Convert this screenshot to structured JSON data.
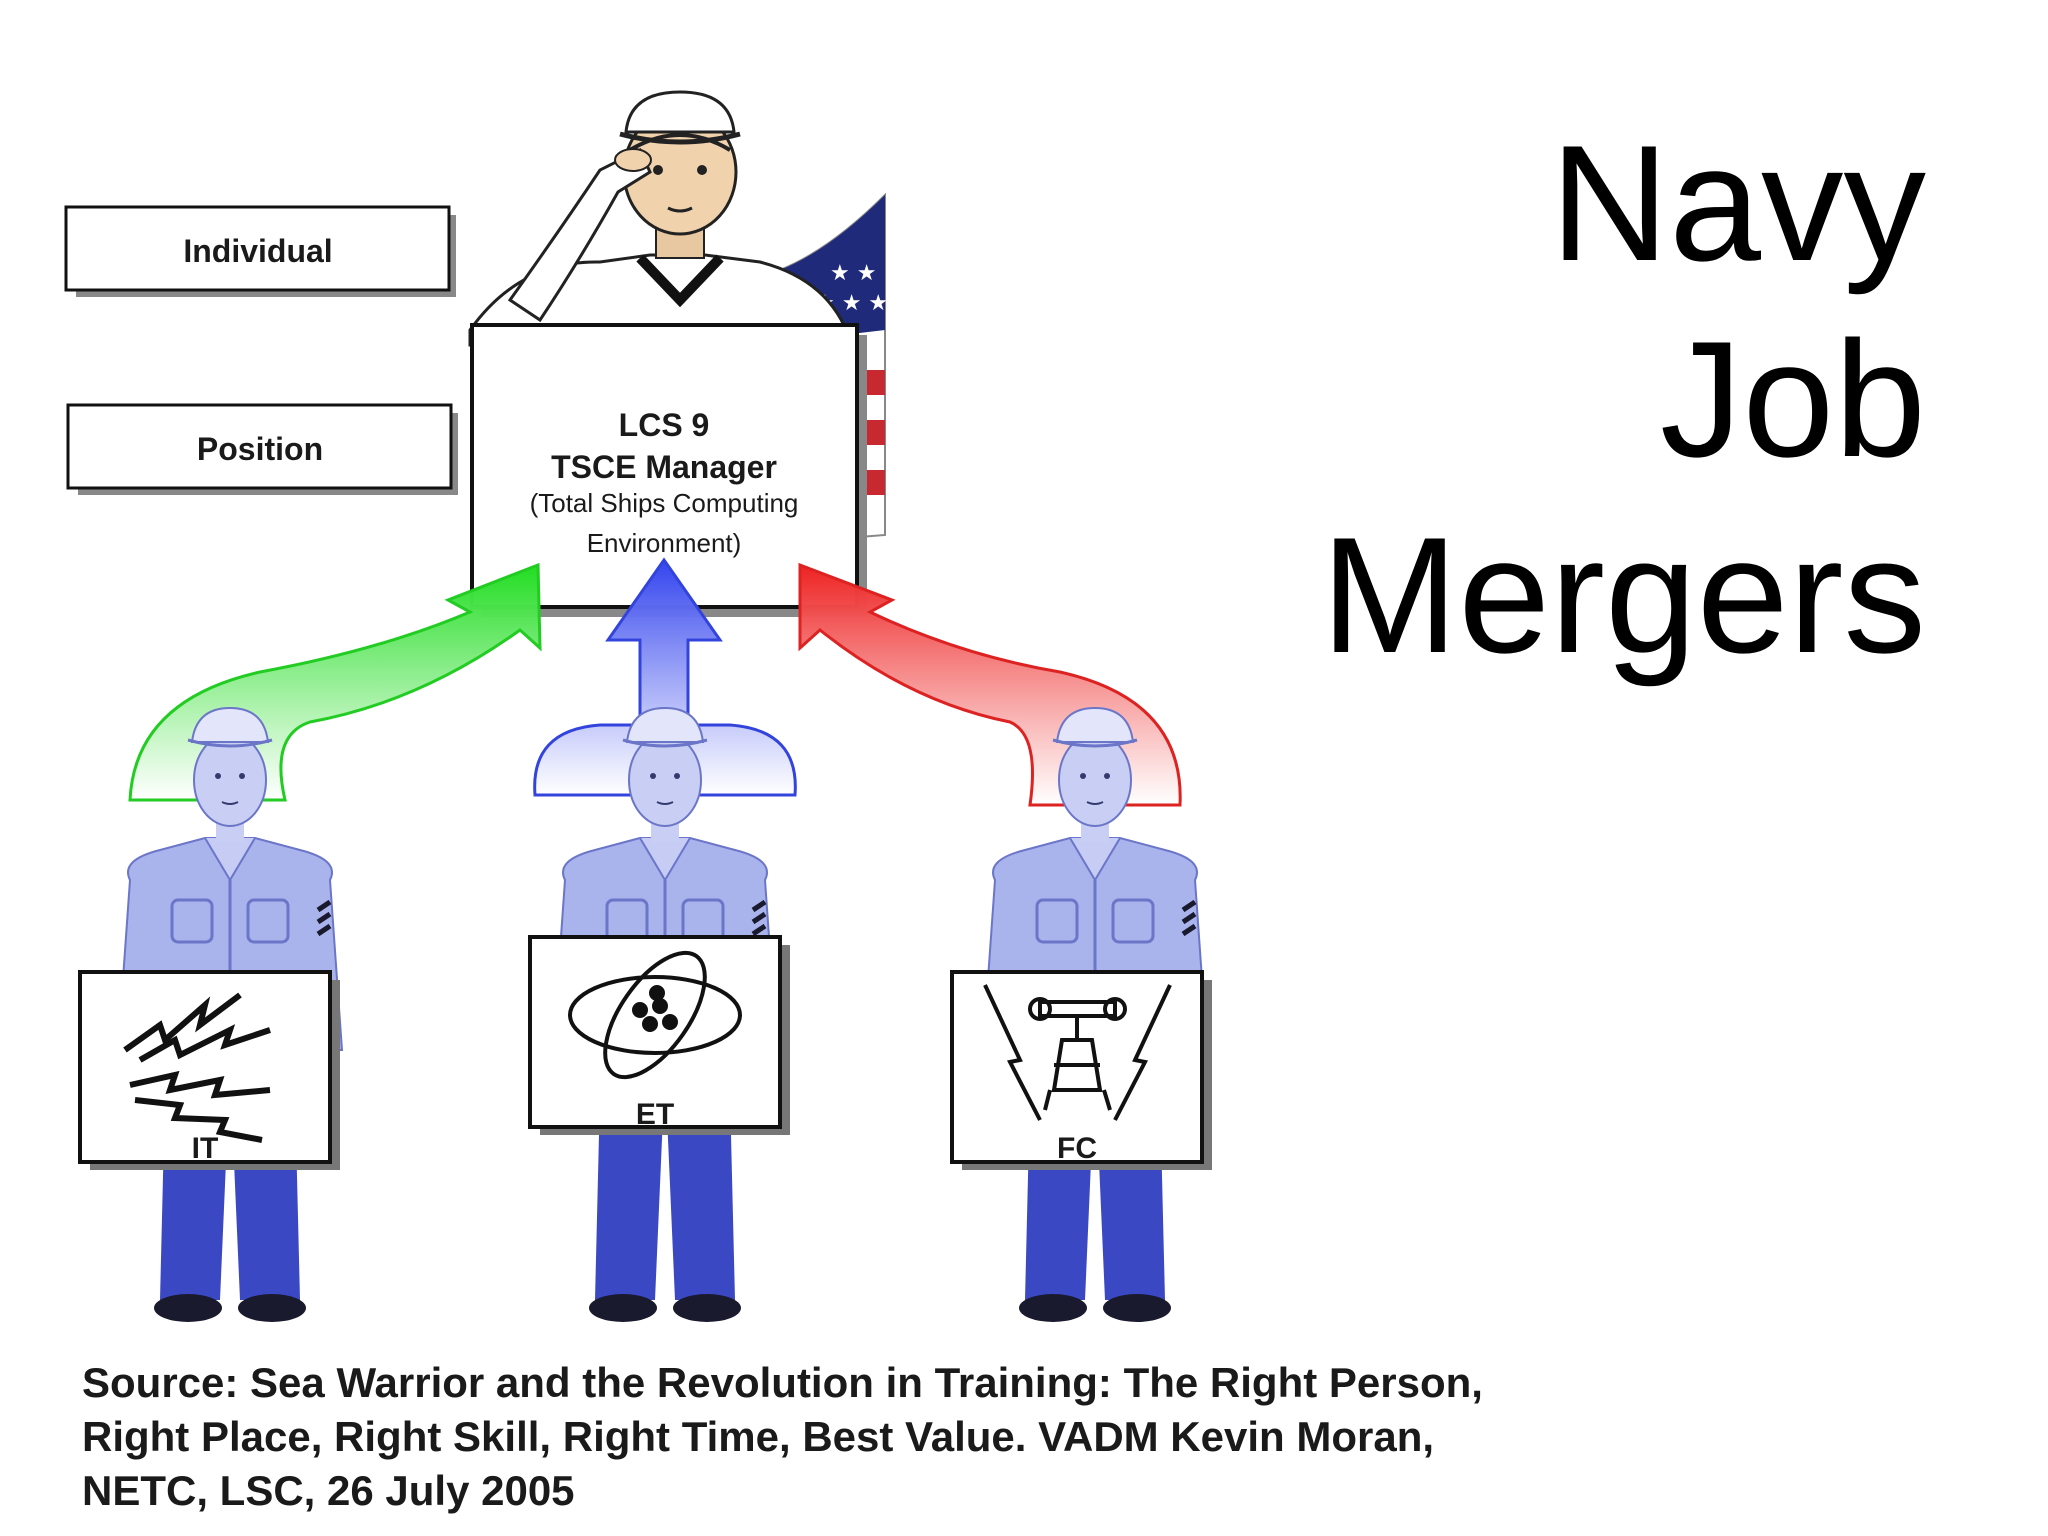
{
  "title": {
    "lines": [
      "Navy",
      "Job",
      "Mergers"
    ]
  },
  "labels": {
    "individual": "Individual",
    "position": "Position"
  },
  "manager_box": {
    "line1": "LCS 9",
    "line2": "TSCE Manager",
    "line3": "(Total Ships Computing",
    "line4": "Environment)"
  },
  "ratings": [
    {
      "label": "IT",
      "arrow_color": "#22dd22",
      "icon": "lightning-bolts-icon"
    },
    {
      "label": "ET",
      "arrow_color": "#3344ee",
      "icon": "atom-icon"
    },
    {
      "label": "FC",
      "arrow_color": "#ee2222",
      "icon": "radar-tower-icon"
    }
  ],
  "source": {
    "lines": [
      "Source: Sea Warrior and the Revolution in Training: The Right Person,",
      "Right Place, Right Skill, Right Time, Best Value. VADM Kevin Moran,",
      "NETC, LSC, 26 July 2005"
    ]
  }
}
